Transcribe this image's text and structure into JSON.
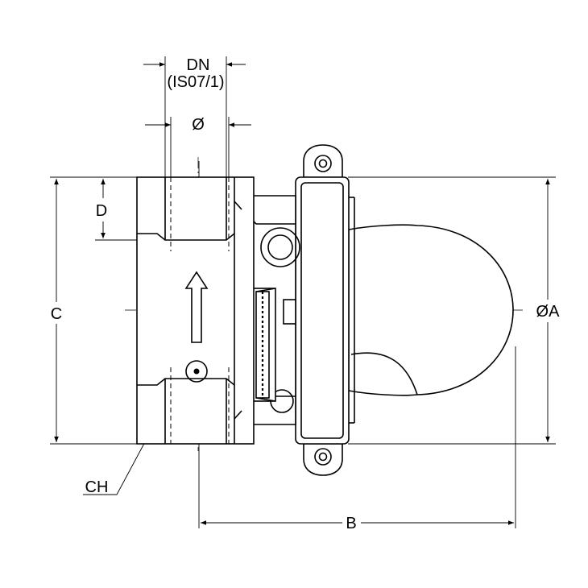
{
  "labels": {
    "dn": "DN",
    "dn_standard": "(IS07/1)",
    "diameter": "Ø",
    "dim_d": "D",
    "dim_c": "C",
    "dim_a": "ØA",
    "dim_b": "B",
    "dim_ch": "CH"
  }
}
